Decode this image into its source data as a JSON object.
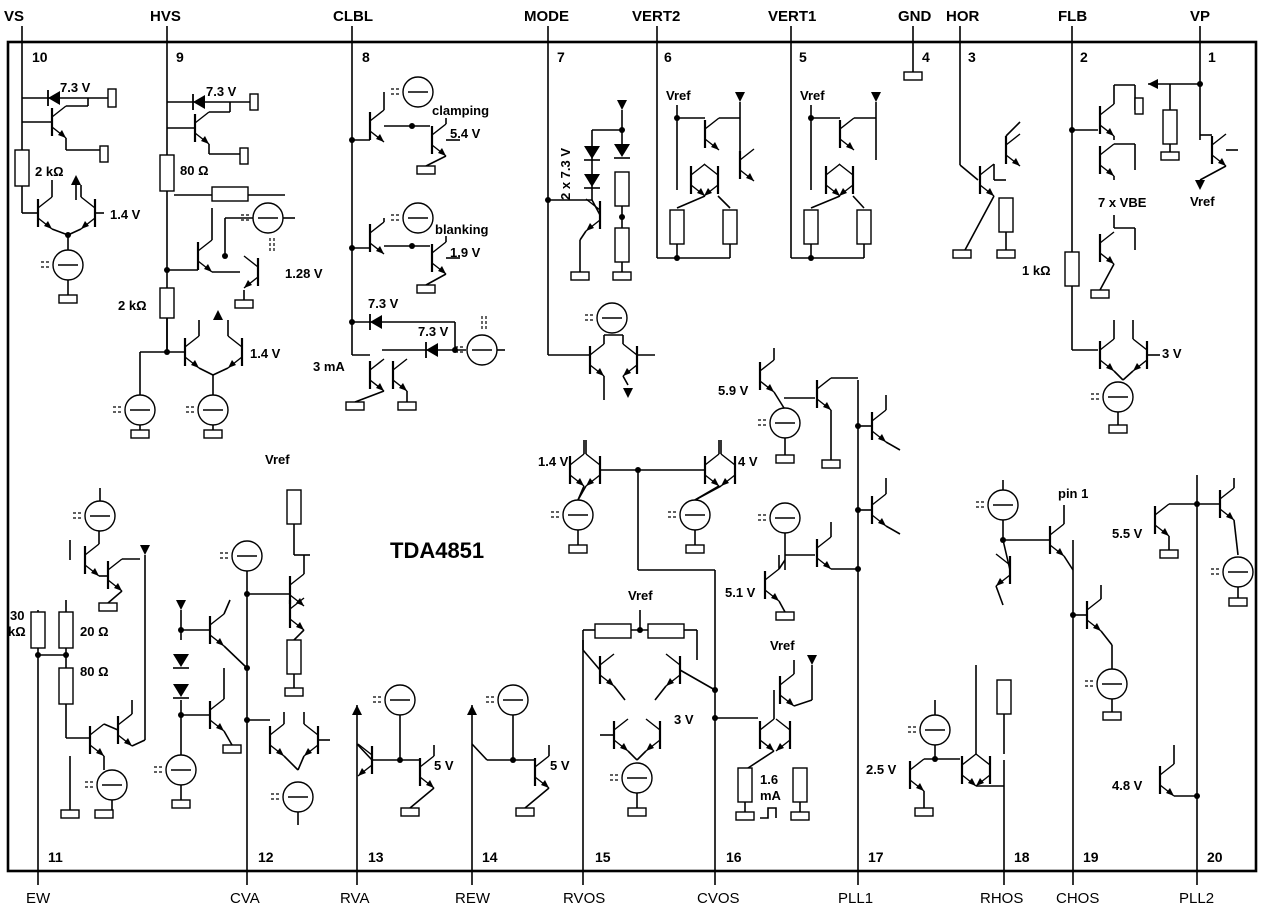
{
  "chip": {
    "name": "TDA4851"
  },
  "top_pins": [
    {
      "name": "VS",
      "num": "10"
    },
    {
      "name": "HVS",
      "num": "9"
    },
    {
      "name": "CLBL",
      "num": "8"
    },
    {
      "name": "MODE",
      "num": "7"
    },
    {
      "name": "VERT2",
      "num": "6"
    },
    {
      "name": "VERT1",
      "num": "5"
    },
    {
      "name": "GND",
      "num": "4"
    },
    {
      "name": "HOR",
      "num": "3"
    },
    {
      "name": "FLB",
      "num": "2"
    },
    {
      "name": "VP",
      "num": "1"
    }
  ],
  "bottom_pins": [
    {
      "name": "EW",
      "num": "11"
    },
    {
      "name": "CVA",
      "num": "12"
    },
    {
      "name": "RVA",
      "num": "13"
    },
    {
      "name": "REW",
      "num": "14"
    },
    {
      "name": "RVOS",
      "num": "15"
    },
    {
      "name": "CVOS",
      "num": "16"
    },
    {
      "name": "PLL1",
      "num": "17"
    },
    {
      "name": "RHOS",
      "num": "18"
    },
    {
      "name": "CHOS",
      "num": "19"
    },
    {
      "name": "PLL2",
      "num": "20"
    }
  ],
  "labels": {
    "vs_zener": "7.3 V",
    "vs_res": "2 kΩ",
    "vs_out": "1.4 V",
    "hvs_zener": "7.3 V",
    "hvs_res1": "80 Ω",
    "hvs_res2": "2 kΩ",
    "hvs_out1": "1.28 V",
    "hvs_out2": "1.4 V",
    "clamping": "clamping",
    "clamp_v": "5.4 V",
    "blanking": "blanking",
    "blank_v": "1.9 V",
    "clbl_z1": "7.3 V",
    "clbl_z2": "7.3 V",
    "clbl_i": "3 mA",
    "mode_z": "2 x 7.3 V",
    "vert2_ref": "Vref",
    "vert1_ref": "Vref",
    "flb_vbe": "7 x VBE",
    "flb_res": "1 kΩ",
    "flb_out": "3 V",
    "vp_ref": "Vref",
    "pll_59": "5.9 V",
    "pll_51": "5.1 V",
    "vos_14": "1.4 V",
    "vos_4": "4 V",
    "ew_r30a": "30",
    "ew_r30b": "kΩ",
    "ew_r20": "20 Ω",
    "ew_r80": "80 Ω",
    "cva_ref": "Vref",
    "rva_5": "5 V",
    "rew_5": "5 V",
    "rvos_ref": "Vref",
    "rvos_3": "3 V",
    "cvos_ref": "Vref",
    "cvos_i1": "1.6",
    "cvos_i2": "mA",
    "pin1": "pin 1",
    "chos_55": "5.5 V",
    "rhos_25": "2.5 V",
    "pll2_48": "4.8 V"
  }
}
